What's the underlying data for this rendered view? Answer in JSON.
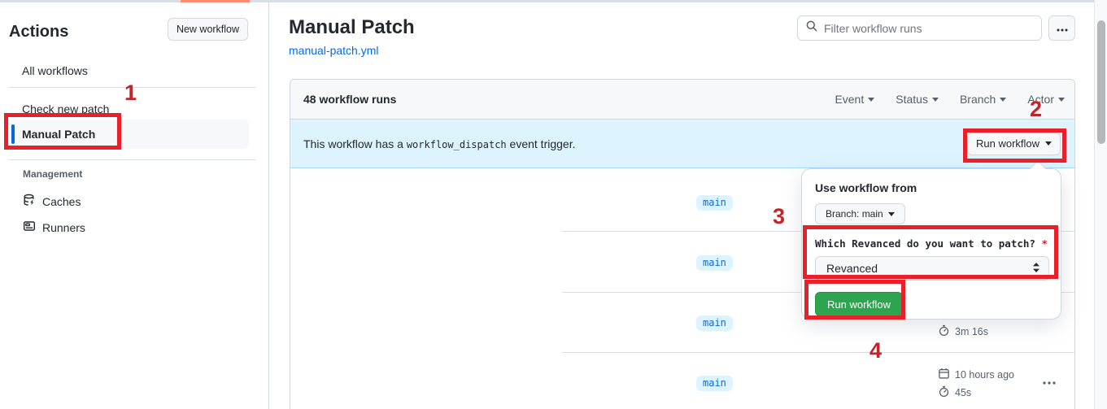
{
  "sidebar": {
    "title": "Actions",
    "new_workflow_button": "New workflow",
    "items": [
      {
        "label": "All workflows"
      },
      {
        "label": "Check new patch"
      },
      {
        "label": "Manual Patch",
        "selected": true
      }
    ],
    "management": {
      "label": "Management",
      "items": [
        {
          "label": "Caches"
        },
        {
          "label": "Runners"
        }
      ]
    }
  },
  "header": {
    "title": "Manual Patch",
    "workflow_file": "manual-patch.yml",
    "filter_placeholder": "Filter workflow runs"
  },
  "runs_panel": {
    "count_label": "48 workflow runs",
    "filters": [
      {
        "label": "Event"
      },
      {
        "label": "Status"
      },
      {
        "label": "Branch"
      },
      {
        "label": "Actor"
      }
    ],
    "banner": {
      "text_before": "This workflow has a",
      "code": "workflow_dispatch",
      "text_after": "event trigger.",
      "run_workflow_button": "Run workflow"
    },
    "rows": [
      {
        "branch": "main"
      },
      {
        "branch": "main"
      },
      {
        "branch": "main",
        "duration": "3m 16s"
      },
      {
        "branch": "main",
        "date": "10 hours ago",
        "duration": "45s"
      }
    ]
  },
  "run_dialog": {
    "heading": "Use workflow from",
    "branch_selector": "Branch: main",
    "input_label": "Which Revanced do you want to patch?",
    "required_marker": "*",
    "input_value": "Revanced",
    "submit_button": "Run workflow"
  },
  "annotations": {
    "one": "1",
    "two": "2",
    "three": "3",
    "four": "4"
  },
  "colors": {
    "accent_blue": "#0969da",
    "banner_blue": "#ddf4ff",
    "badge_text": "#0969da",
    "success_green": "#2da44e",
    "annotation_red": "#e8202a",
    "tab_accent_orange": "#fd8c73",
    "border_gray": "#d0d7de"
  }
}
